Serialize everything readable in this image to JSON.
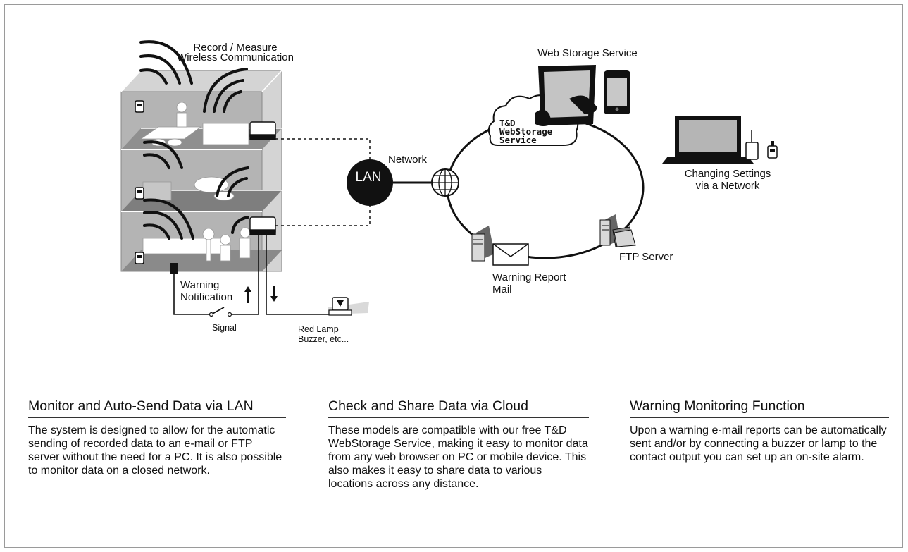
{
  "diagram": {
    "labels": {
      "record_measure": "Record / Measure",
      "wireless": "Wireless Communication",
      "web_storage_service": "Web Storage Service",
      "network": "Network",
      "lan": "LAN",
      "cloud_line1": "T&D",
      "cloud_line2": "WebStorage",
      "cloud_line3": "Service",
      "changing_settings_1": "Changing Settings",
      "changing_settings_2": "via a Network",
      "ftp_server": "FTP Server",
      "warning_report_1": "Warning Report",
      "warning_report_2": "Mail",
      "warning_notification_1": "Warning",
      "warning_notification_2": "Notification",
      "signal": "Signal",
      "red_lamp_1": "Red Lamp",
      "red_lamp_2": "Buzzer, etc..."
    }
  },
  "sections": [
    {
      "title": "Monitor and Auto-Send Data via LAN",
      "body": "The system is designed to allow for the automatic sending of recorded data to an e-mail or FTP server without the need for a PC. It is also possible to monitor data on a closed network."
    },
    {
      "title": "Check and Share Data via Cloud",
      "body": "These models are compatible with our free T&D WebStorage Service, making it easy to monitor data from any web browser on PC or mobile device. This also makes it easy to share data to various locations across any distance."
    },
    {
      "title": "Warning Monitoring Function",
      "body": "Upon a warning e-mail reports can be automatically sent and/or by connecting a buzzer or lamp to the contact output you can set up an on-site alarm."
    }
  ]
}
